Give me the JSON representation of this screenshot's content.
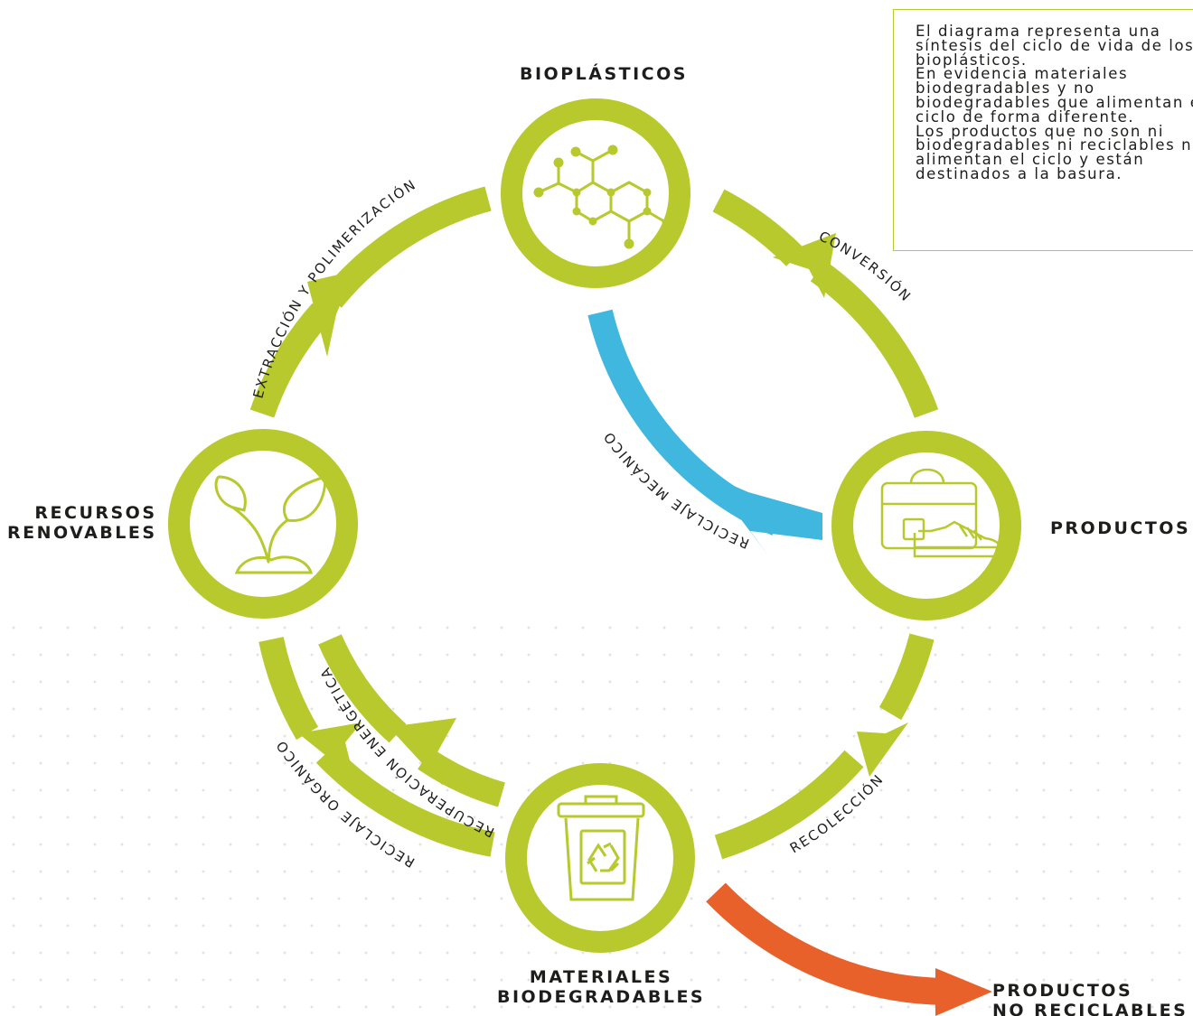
{
  "diagram": {
    "nodes": {
      "bioplasticos": {
        "label": "BIOPLÁSTICOS",
        "icon": "molecule-icon"
      },
      "productos": {
        "label": "PRODUCTOS",
        "icon": "bag-and-shoe-icon"
      },
      "materiales": {
        "label": "MATERIALES\nBIODEGRADABLES",
        "icon": "recycling-bin-icon"
      },
      "recursos": {
        "label": "RECURSOS\nRENOVABLES",
        "icon": "sprout-icon"
      },
      "no_reciclables": {
        "label": "PRODUCTOS\nNO RECICLABLES"
      }
    },
    "flows": {
      "extraccion": "EXTRACCIÓN Y POLIMERIZACIÓN",
      "conversion": "CONVERSIÓN",
      "recoleccion": "RECOLECCIÓN",
      "reciclaje_organico": "RECICLAJE ORGÁNICO",
      "recuperacion": "RECUPERACIÓN ENERGÉTICA",
      "reciclaje_mecanico": "RECICLAJE MECÁNICO"
    },
    "info_box": {
      "text": "El diagrama representa una\nsíntesis del ciclo de vida de los\nbioplásticos.\nEn evidencia materiales\nbiodegradables y no\nbiodegradables que alimentan el\nciclo de forma diferente.\nLos productos que no son ni\nbiodegradables ni reciclables no\nalimentan el ciclo y están\ndestinados a la basura."
    },
    "colors": {
      "green": "#b7c92d",
      "blue": "#3fb7df",
      "orange": "#e8602a",
      "text": "#1d1d1b"
    }
  }
}
